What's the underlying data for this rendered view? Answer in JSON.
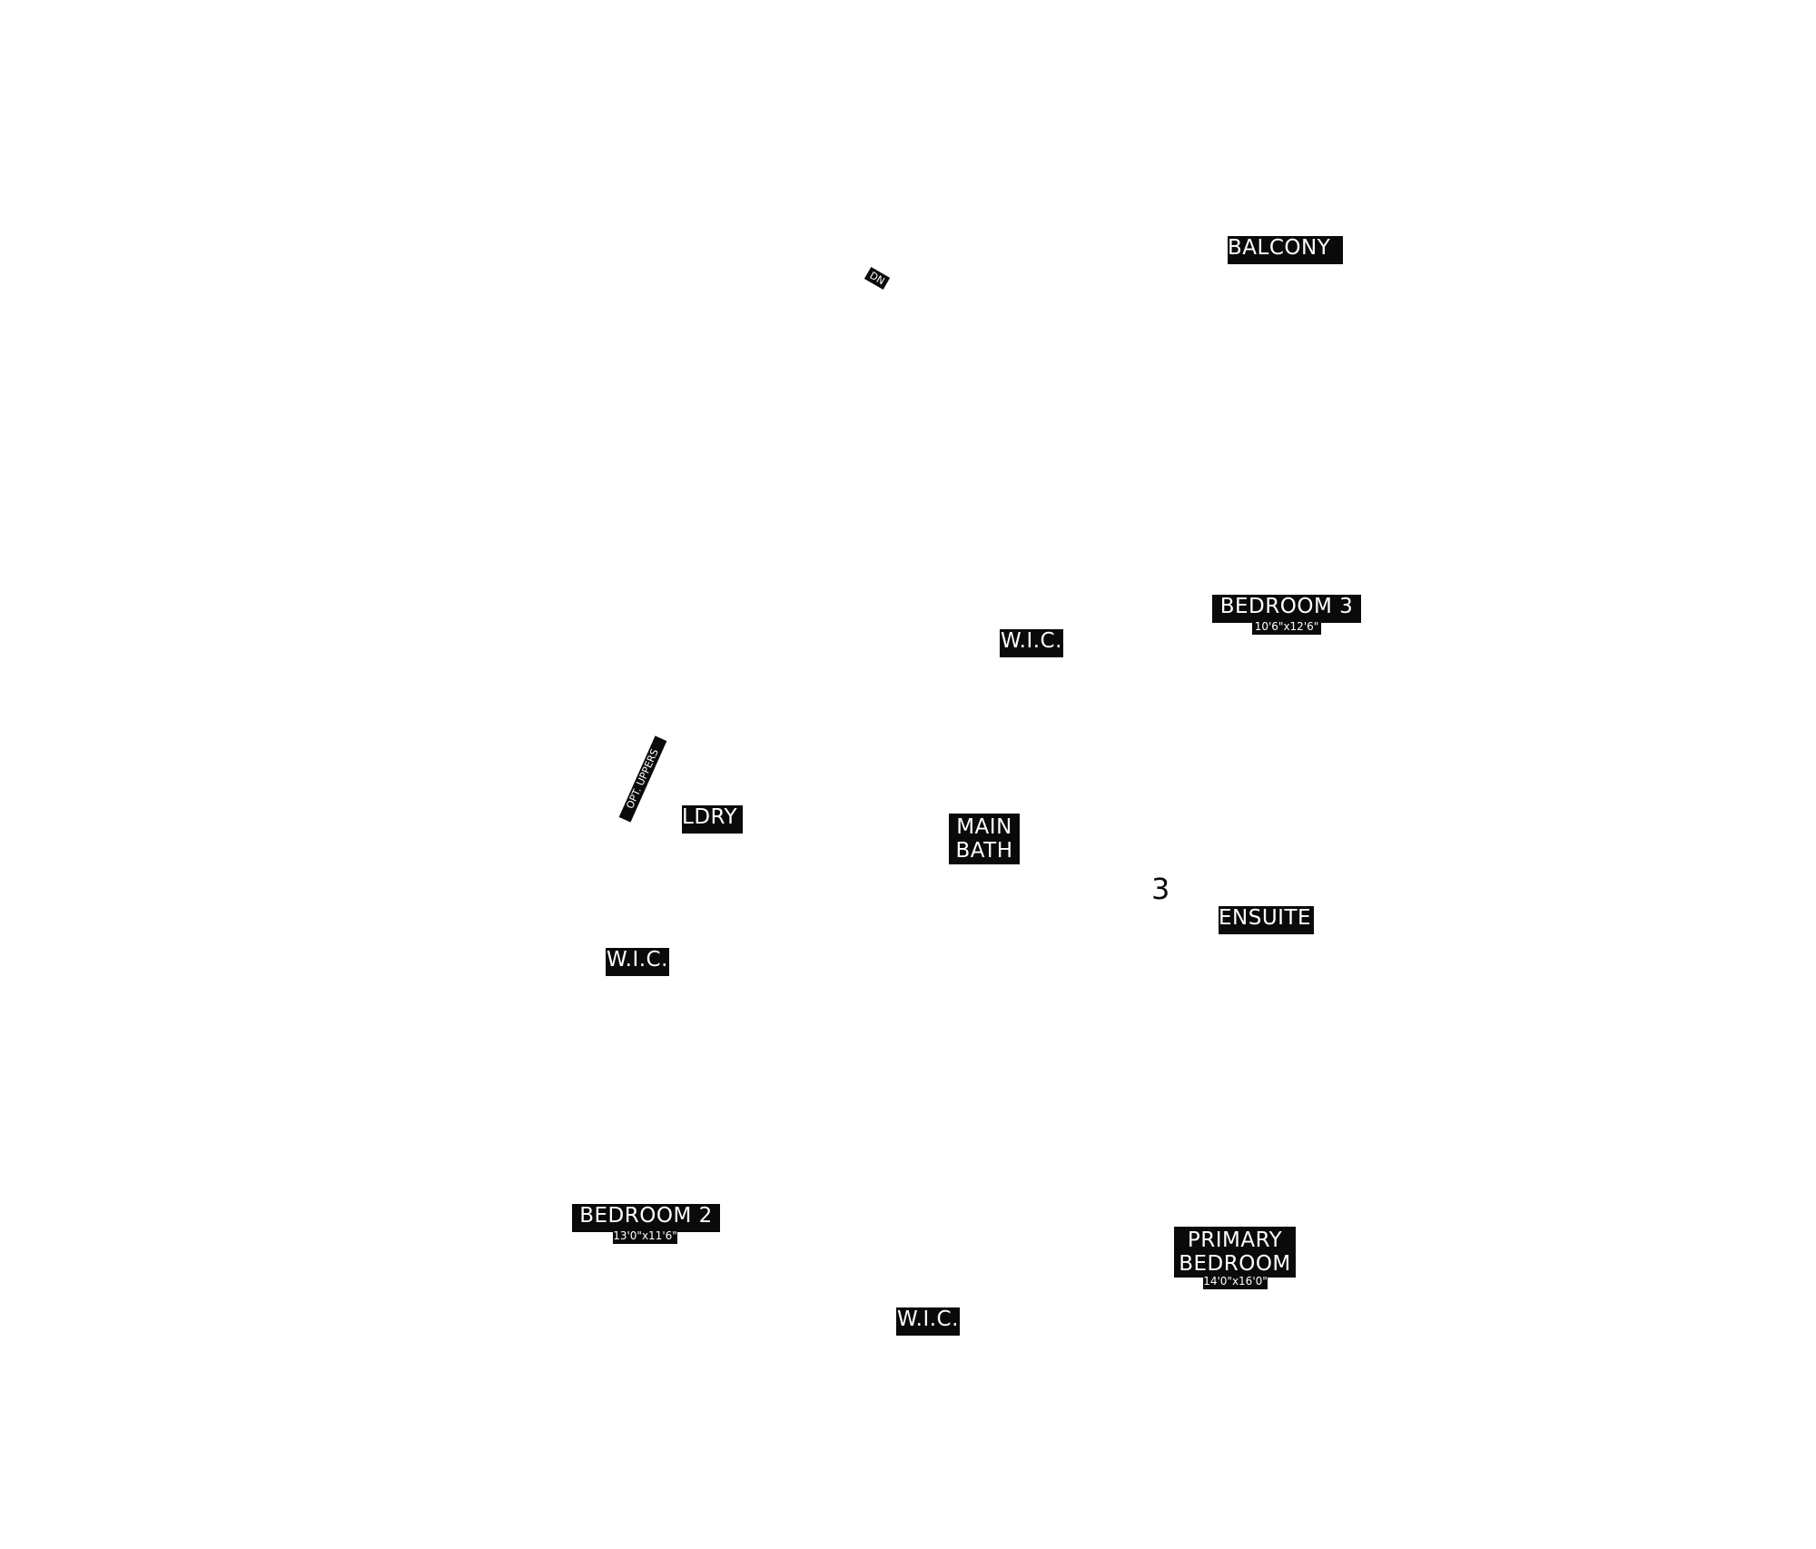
{
  "floor_plan": {
    "balcony": {
      "label": "BALCONY"
    },
    "stair_down": {
      "label": "DN"
    },
    "bedroom_3": {
      "label": "BEDROOM 3",
      "dimensions": "10'6\"x12'6\""
    },
    "wic_upper": {
      "label": "W.I.C."
    },
    "opt_uppers": {
      "label": "OPT. UPPERS"
    },
    "laundry": {
      "label": "LDRY"
    },
    "main_bath": {
      "line1": "MAIN",
      "line2": "BATH"
    },
    "level_marker": {
      "text": "3"
    },
    "ensuite": {
      "label": "ENSUITE"
    },
    "wic_left": {
      "label": "W.I.C."
    },
    "bedroom_2": {
      "label": "BEDROOM 2",
      "dimensions": "13'0\"x11'6\""
    },
    "primary_bedroom": {
      "line1": "PRIMARY",
      "line2": "BEDROOM",
      "dimensions": "14'0\"x16'0\""
    },
    "wic_lower": {
      "label": "W.I.C."
    }
  }
}
